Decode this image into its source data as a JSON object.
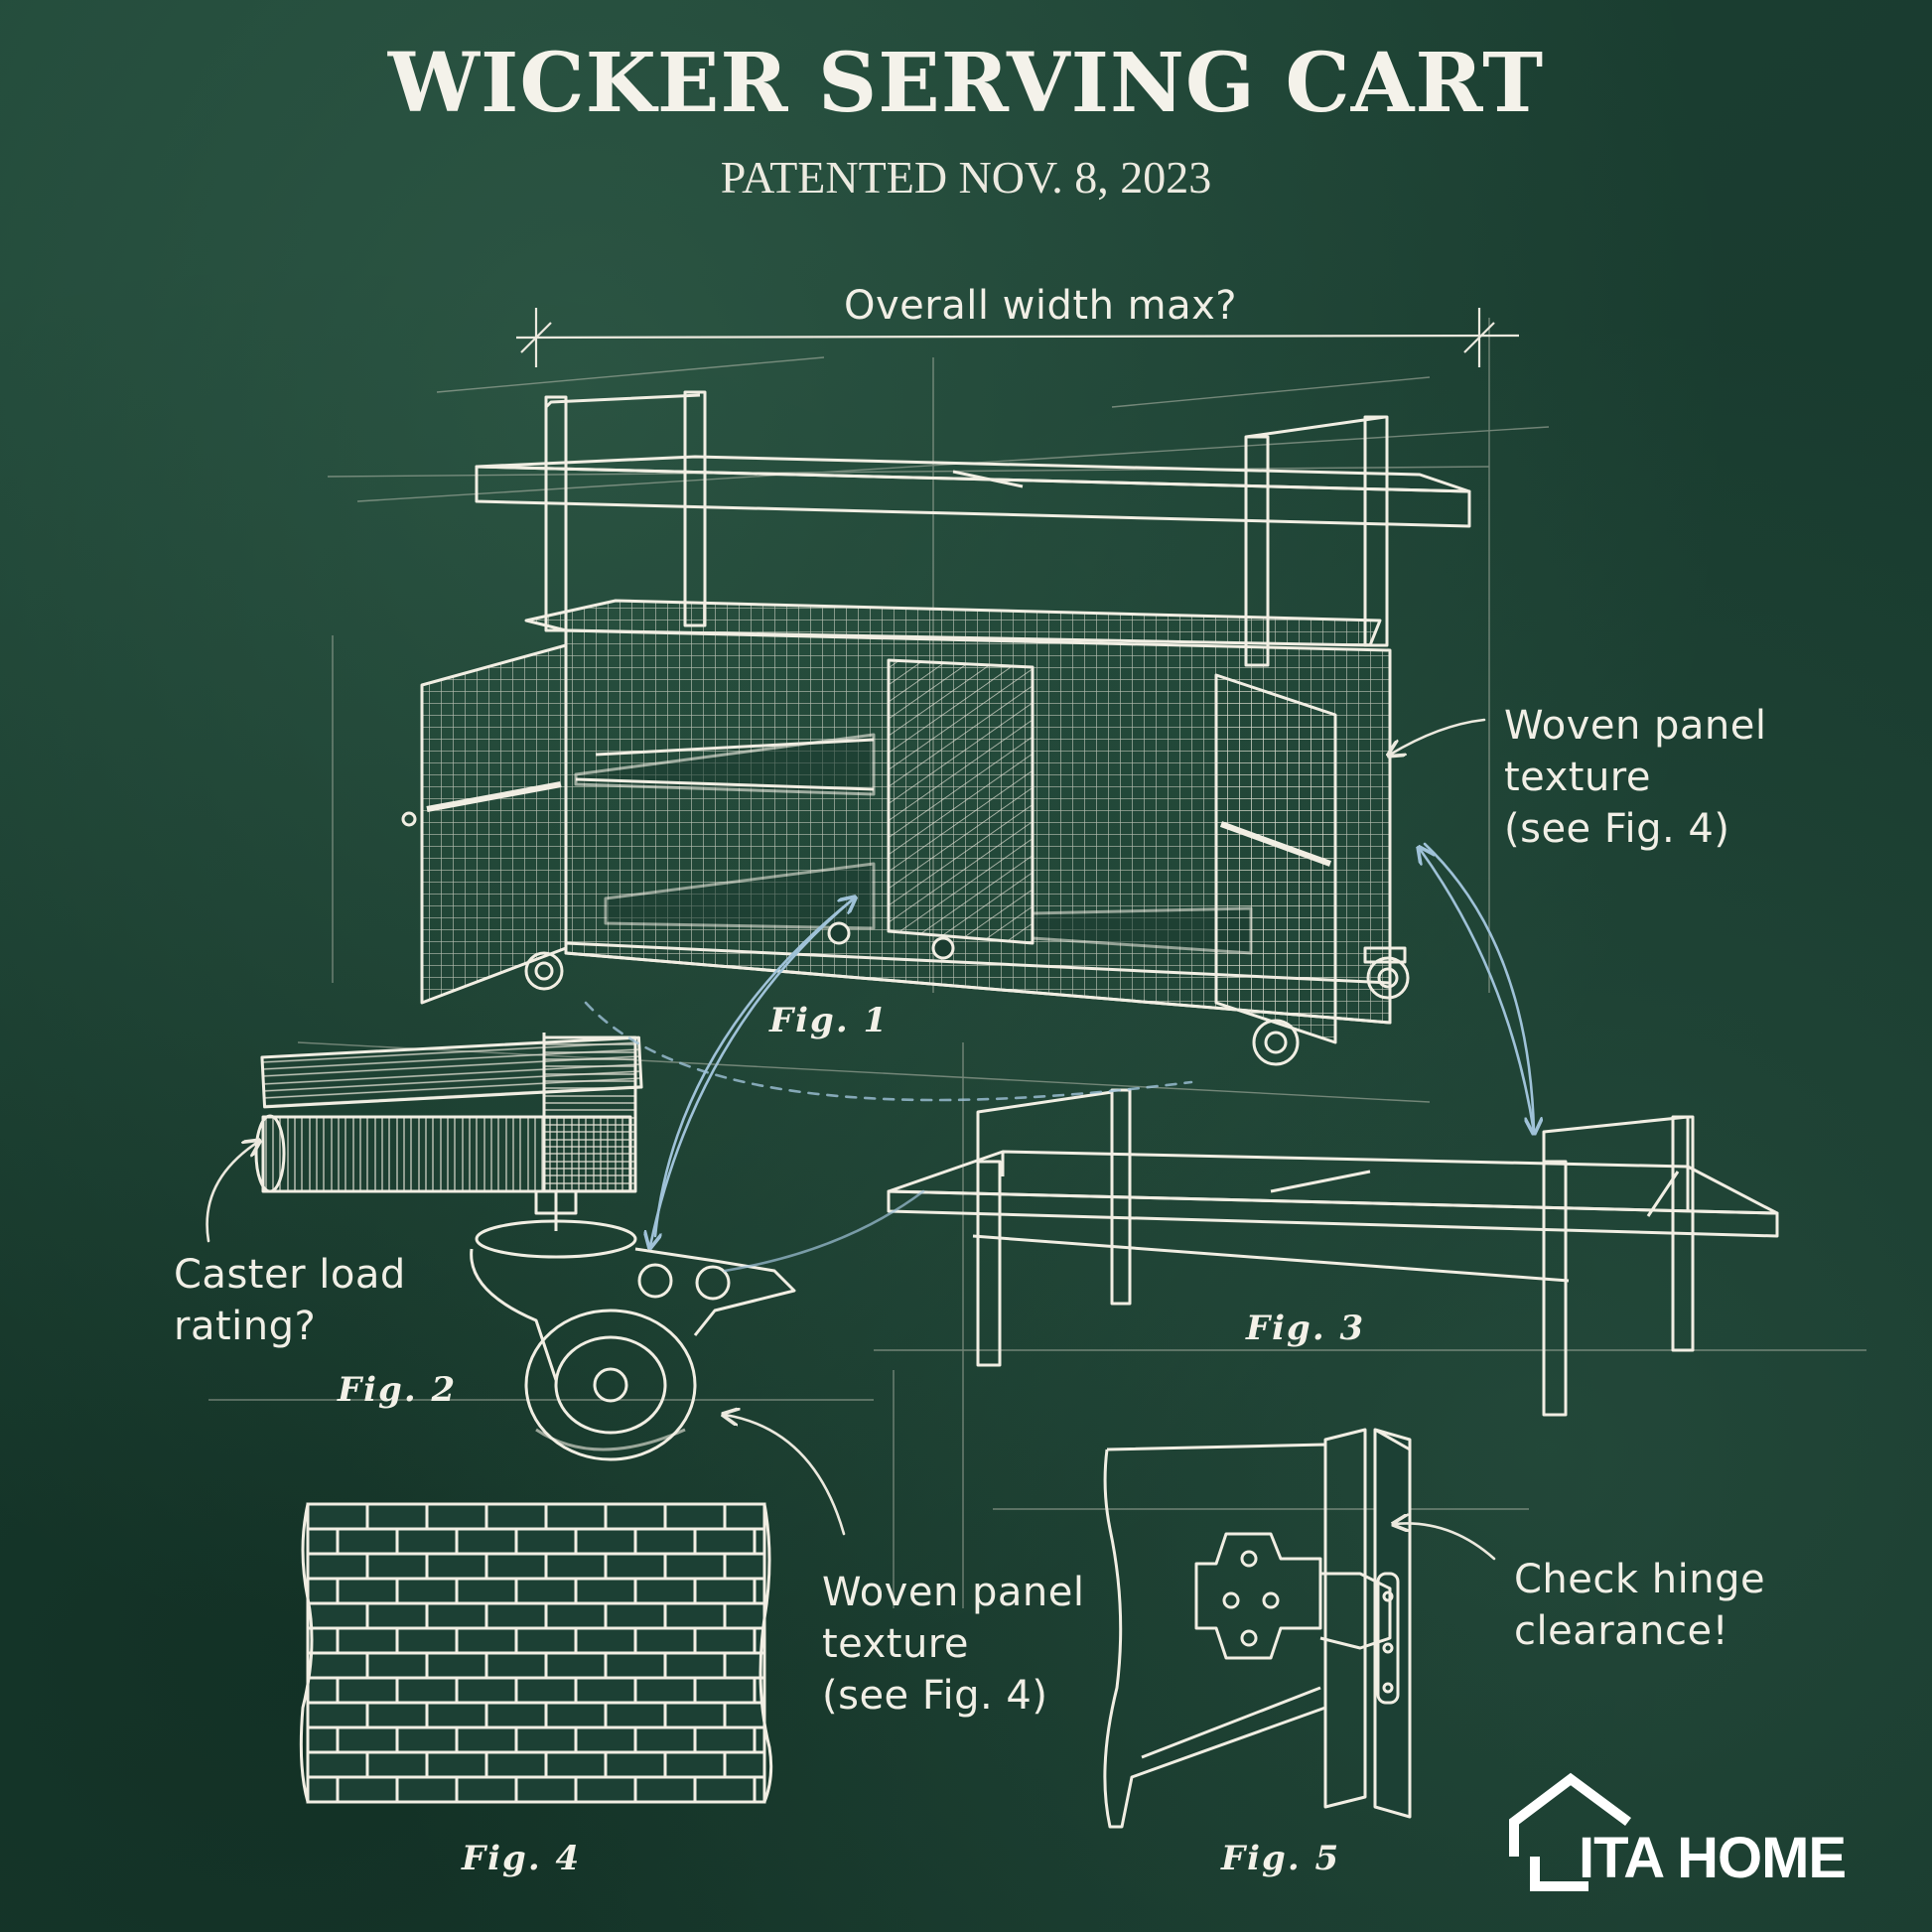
{
  "title": "WICKER SERVING CART",
  "subtitle": "PATENTED NOV. 8, 2023",
  "annotations": {
    "overall_width": "Overall width max?",
    "woven_panel_top": "Woven panel\ntexture\n(see Fig. 4)",
    "caster_load": "Caster load\nrating?",
    "woven_panel_bottom": "Woven panel\ntexture\n(see Fig. 4)",
    "hinge_clearance": "Check hinge\nclearance!"
  },
  "figures": {
    "fig1": "Fig. 1",
    "fig2": "Fig. 2",
    "fig3": "Fig. 3",
    "fig4": "Fig. 4",
    "fig5": "Fig. 5"
  },
  "brand": {
    "name": "ITA HOME"
  },
  "colors": {
    "chalkboard": "#1c4034",
    "chalk": "#f1efe6",
    "arrow": "#9fc2d8"
  }
}
